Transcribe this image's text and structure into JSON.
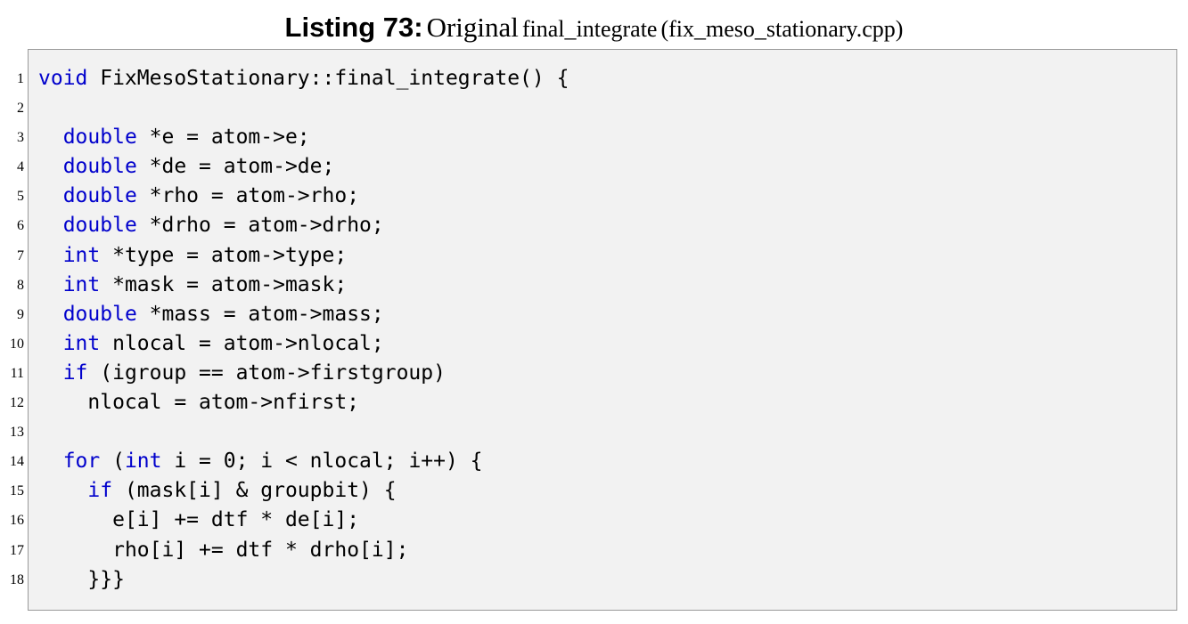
{
  "caption": {
    "label": "Listing 73:",
    "word": "Original",
    "function_name": "final_integrate",
    "file": "(fix_meso_stationary.cpp)"
  },
  "listing": {
    "lines": [
      {
        "number": "1",
        "indent": "",
        "tokens": [
          {
            "t": "void",
            "kw": true
          },
          {
            "t": " FixMesoStationary::final_integrate() {",
            "kw": false
          }
        ]
      },
      {
        "number": "2",
        "indent": "",
        "tokens": []
      },
      {
        "number": "3",
        "indent": "  ",
        "tokens": [
          {
            "t": "double",
            "kw": true
          },
          {
            "t": " *e = atom->e;",
            "kw": false
          }
        ]
      },
      {
        "number": "4",
        "indent": "  ",
        "tokens": [
          {
            "t": "double",
            "kw": true
          },
          {
            "t": " *de = atom->de;",
            "kw": false
          }
        ]
      },
      {
        "number": "5",
        "indent": "  ",
        "tokens": [
          {
            "t": "double",
            "kw": true
          },
          {
            "t": " *rho = atom->rho;",
            "kw": false
          }
        ]
      },
      {
        "number": "6",
        "indent": "  ",
        "tokens": [
          {
            "t": "double",
            "kw": true
          },
          {
            "t": " *drho = atom->drho;",
            "kw": false
          }
        ]
      },
      {
        "number": "7",
        "indent": "  ",
        "tokens": [
          {
            "t": "int",
            "kw": true
          },
          {
            "t": " *type = atom->type;",
            "kw": false
          }
        ]
      },
      {
        "number": "8",
        "indent": "  ",
        "tokens": [
          {
            "t": "int",
            "kw": true
          },
          {
            "t": " *mask = atom->mask;",
            "kw": false
          }
        ]
      },
      {
        "number": "9",
        "indent": "  ",
        "tokens": [
          {
            "t": "double",
            "kw": true
          },
          {
            "t": " *mass = atom->mass;",
            "kw": false
          }
        ]
      },
      {
        "number": "10",
        "indent": "  ",
        "tokens": [
          {
            "t": "int",
            "kw": true
          },
          {
            "t": " nlocal = atom->nlocal;",
            "kw": false
          }
        ]
      },
      {
        "number": "11",
        "indent": "  ",
        "tokens": [
          {
            "t": "if",
            "kw": true
          },
          {
            "t": " (igroup == atom->firstgroup)",
            "kw": false
          }
        ]
      },
      {
        "number": "12",
        "indent": "    ",
        "tokens": [
          {
            "t": "nlocal = atom->nfirst;",
            "kw": false
          }
        ]
      },
      {
        "number": "13",
        "indent": "",
        "tokens": []
      },
      {
        "number": "14",
        "indent": "  ",
        "tokens": [
          {
            "t": "for",
            "kw": true
          },
          {
            "t": " (",
            "kw": false
          },
          {
            "t": "int",
            "kw": true
          },
          {
            "t": " i = 0; i < nlocal; i++) {",
            "kw": false
          }
        ]
      },
      {
        "number": "15",
        "indent": "    ",
        "tokens": [
          {
            "t": "if",
            "kw": true
          },
          {
            "t": " (mask[i] & groupbit) {",
            "kw": false
          }
        ]
      },
      {
        "number": "16",
        "indent": "      ",
        "tokens": [
          {
            "t": "e[i] += dtf * de[i];",
            "kw": false
          }
        ]
      },
      {
        "number": "17",
        "indent": "      ",
        "tokens": [
          {
            "t": "rho[i] += dtf * drho[i];",
            "kw": false
          }
        ]
      },
      {
        "number": "18",
        "indent": "    ",
        "tokens": [
          {
            "t": "}}}",
            "kw": false
          }
        ]
      }
    ]
  },
  "colors": {
    "keyword": "#0000cc",
    "text": "#000000",
    "background": "#f2f2f2",
    "border": "#9a9a9a"
  }
}
